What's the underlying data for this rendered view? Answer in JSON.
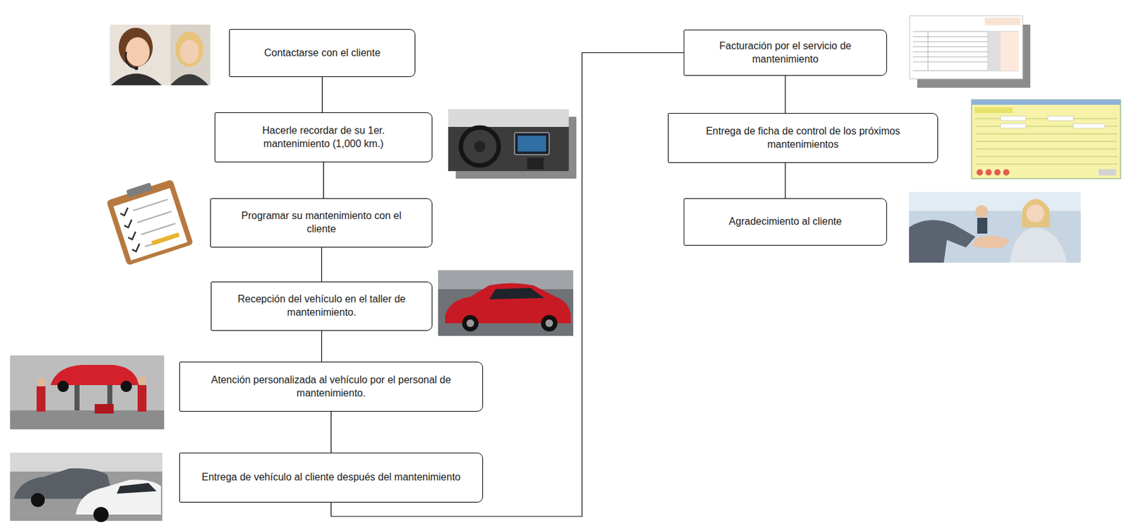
{
  "diagram": {
    "nodes": [
      {
        "text": [
          "Contactarse con el cliente"
        ]
      },
      {
        "text": [
          "Hacerle recordar de su 1er. mantenimiento (1,000 km.)"
        ]
      },
      {
        "text": [
          "Programar su mantenimiento con el cliente"
        ]
      },
      {
        "text": [
          "Recepción del vehículo en el taller de mantenimiento."
        ]
      },
      {
        "text": [
          "Atención personalizada al vehículo por el personal de mantenimiento."
        ]
      },
      {
        "text": [
          "Entrega de vehículo al cliente después del mantenimiento"
        ]
      },
      {
        "text": [
          "Facturación por el servicio de mantenimiento"
        ]
      },
      {
        "text": [
          "Entrega de ficha de control de los próximos mantenimientos"
        ]
      },
      {
        "text": [
          "Agradecimiento al cliente"
        ]
      }
    ],
    "edges": [
      {
        "from": 0,
        "to": 1,
        "arrow": "none"
      },
      {
        "from": 1,
        "to": 2,
        "arrow": "none"
      },
      {
        "from": 2,
        "to": 3,
        "arrow": "none"
      },
      {
        "from": 3,
        "to": 4,
        "arrow": "none"
      },
      {
        "from": 4,
        "to": 5,
        "arrow": "none"
      },
      {
        "from": 5,
        "to": 6,
        "arrow": "none"
      },
      {
        "from": 6,
        "to": 7,
        "arrow": "none"
      },
      {
        "from": 7,
        "to": 8,
        "arrow": "none"
      }
    ]
  }
}
